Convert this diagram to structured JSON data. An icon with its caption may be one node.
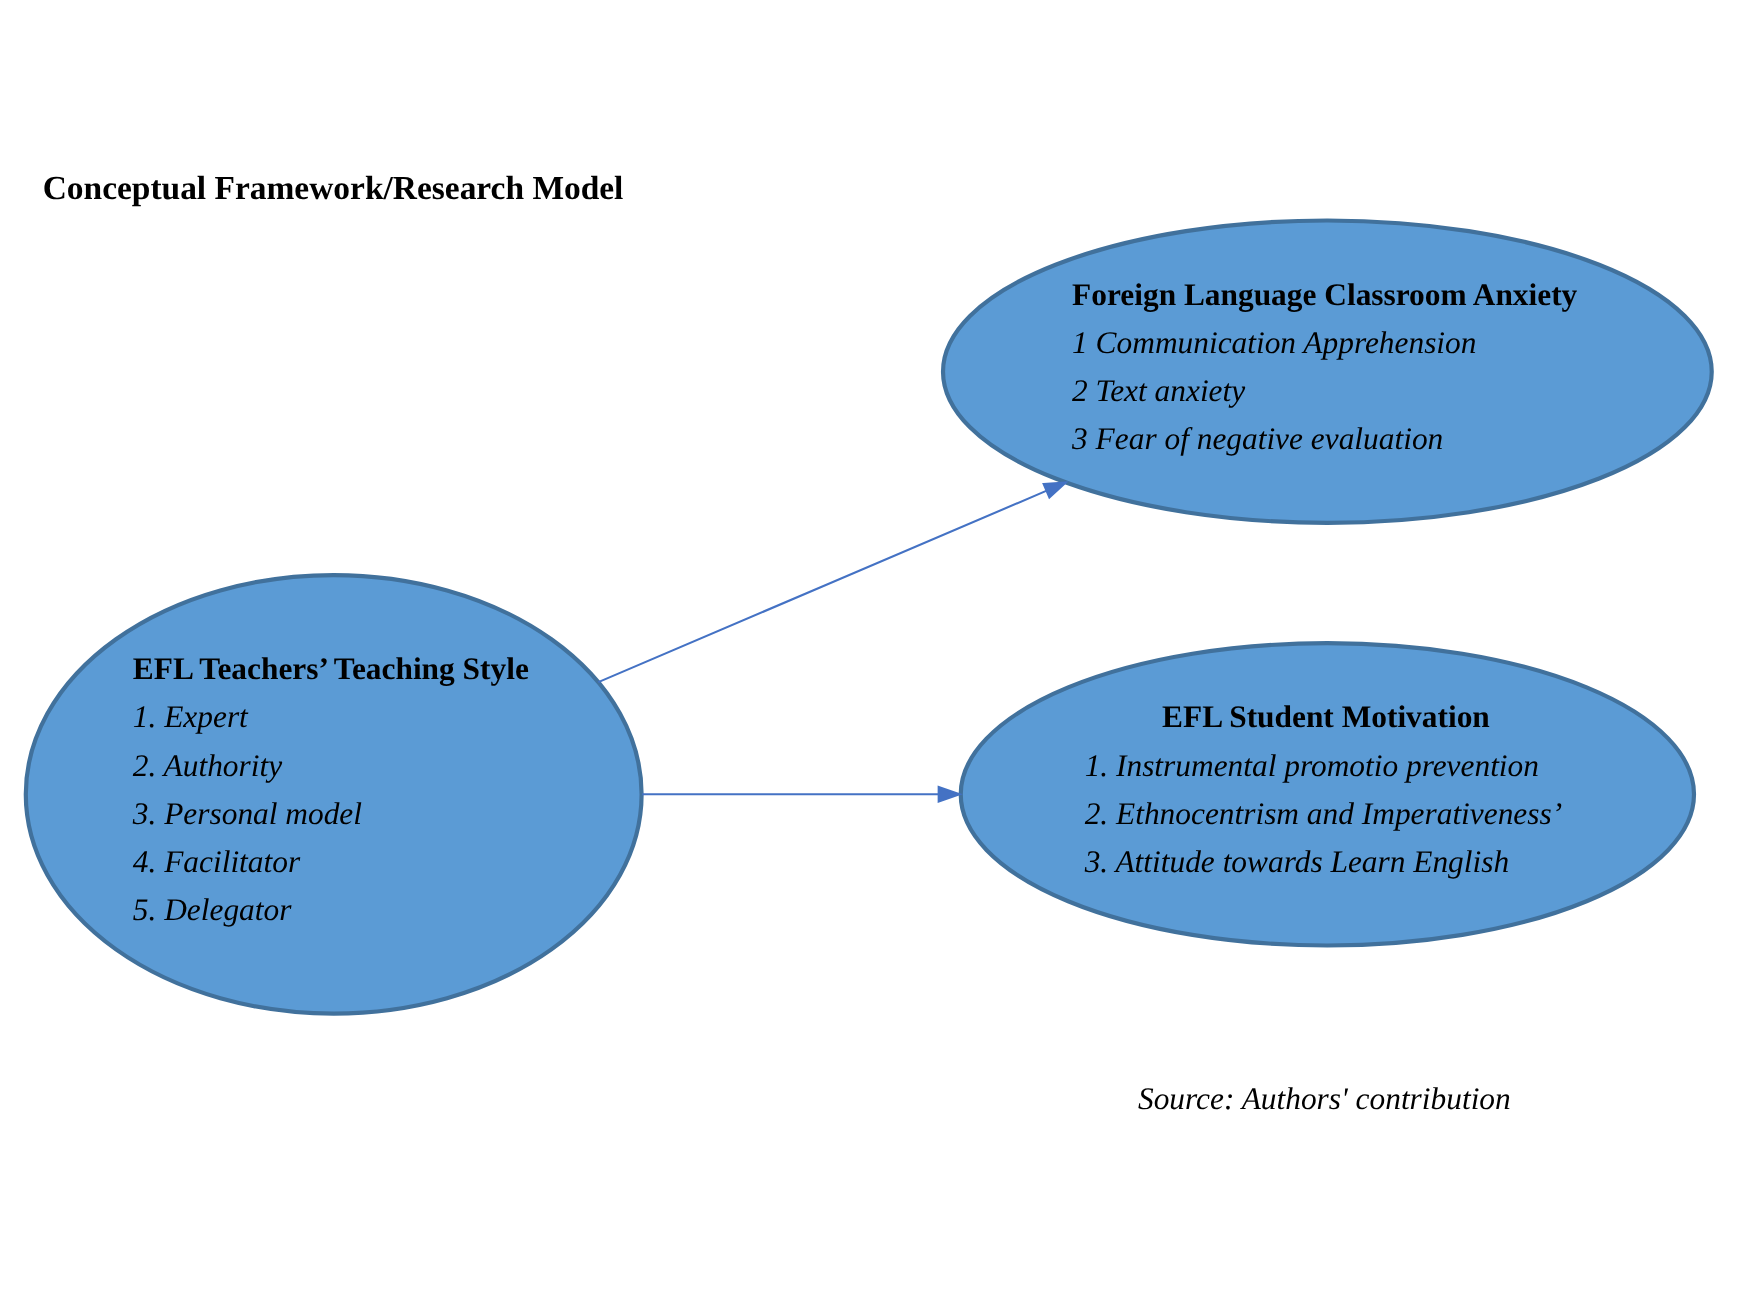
{
  "diagram": {
    "title": "Conceptual Framework/Research Model",
    "nodes": [
      {
        "text": [
          "EFL Teachers’ Teaching Style",
          "1. Expert",
          "2. Authority",
          "3. Personal model",
          "4. Facilitator",
          "5. Delegator"
        ]
      },
      {
        "text": [
          "Foreign Language Classroom Anxiety",
          "1 Communication Apprehension",
          "2 Text anxiety",
          "3 Fear of negative evaluation"
        ]
      },
      {
        "text": [
          "EFL Student Motivation",
          "1. Instrumental promotio prevention",
          "2. Ethnocentrism and Imperativeness’",
          "3. Attitude towards Learn English"
        ]
      }
    ],
    "edges": [
      {
        "from": 0,
        "to": 1,
        "arrow": "to"
      },
      {
        "from": 0,
        "to": 2,
        "arrow": "to"
      }
    ],
    "labels": [
      "Source: Authors' contribution"
    ]
  }
}
